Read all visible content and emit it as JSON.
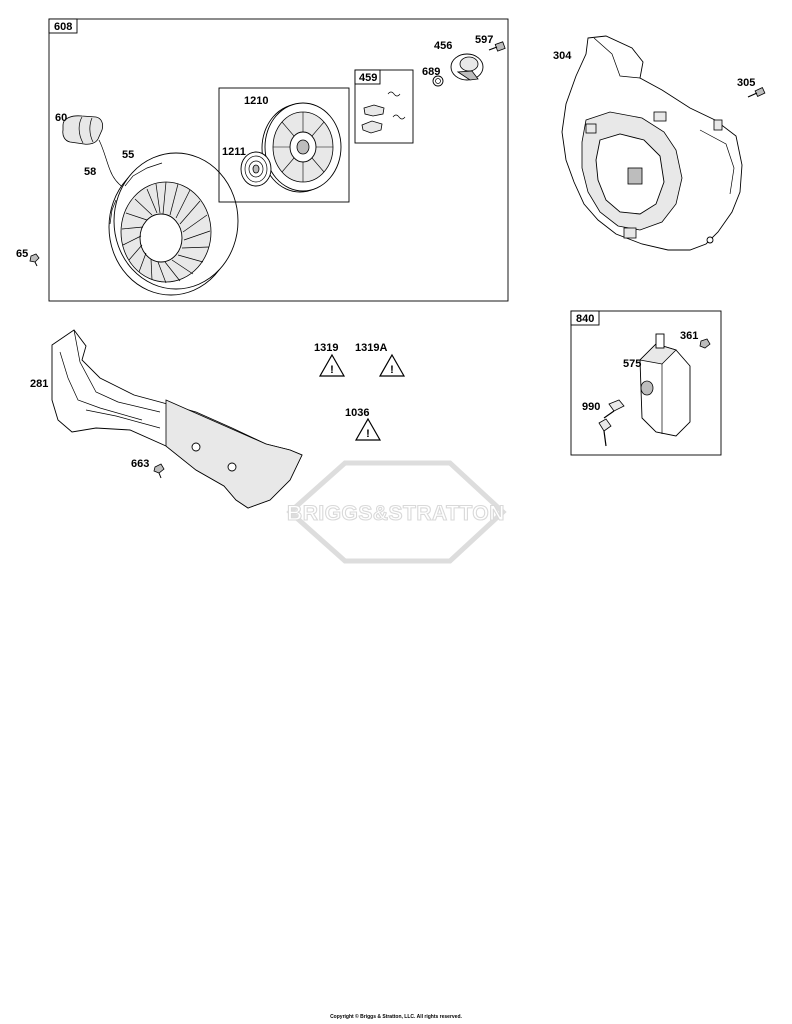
{
  "groups": {
    "starter": "608",
    "pawl_kit": "459",
    "key_switch": "840"
  },
  "parts": {
    "p60": "60",
    "p55": "55",
    "p58": "58",
    "p65": "65",
    "p1210": "1210",
    "p1211": "1211",
    "p456": "456",
    "p597": "597",
    "p689": "689",
    "p304": "304",
    "p305": "305",
    "p281": "281",
    "p663": "663",
    "p1319": "1319",
    "p1319A": "1319A",
    "p1036": "1036",
    "p361": "361",
    "p575": "575",
    "p990": "990"
  },
  "watermark": "BRIGGS&STRATTON",
  "copyright": "Copyright © Briggs & Stratton, LLC. All rights reserved."
}
